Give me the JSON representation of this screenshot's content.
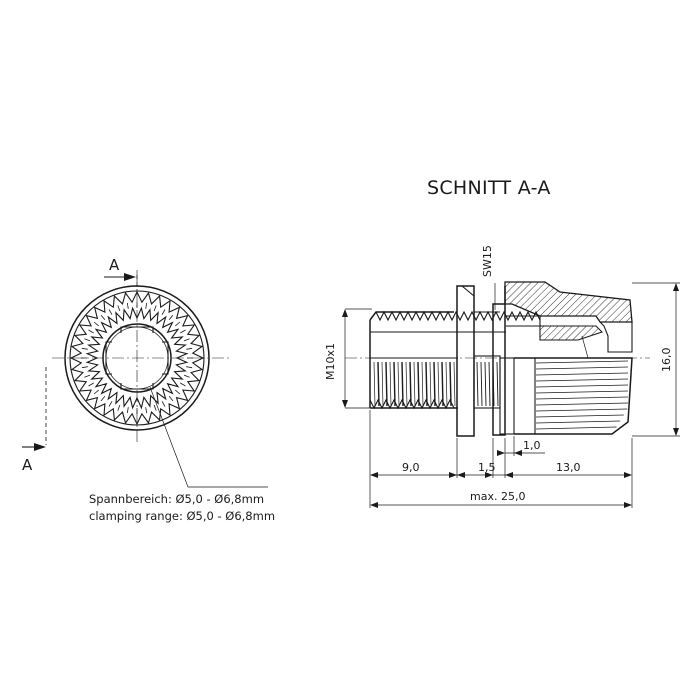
{
  "section_title": "SCHNITT A-A",
  "section_markers": {
    "top": "A",
    "bottom": "A"
  },
  "annotation": {
    "line1": "Spannbereich: Ø5,0 - Ø6,8mm",
    "line2": "clamping range: Ø5,0 - Ø6,8mm"
  },
  "labels": {
    "thread": "M10x1",
    "wrench": "SW15",
    "height": "16,0",
    "gap": "1,0",
    "len_thread": "9,0",
    "len_nut": "1,5",
    "len_body": "13,0",
    "len_total": "max. 25,0"
  }
}
